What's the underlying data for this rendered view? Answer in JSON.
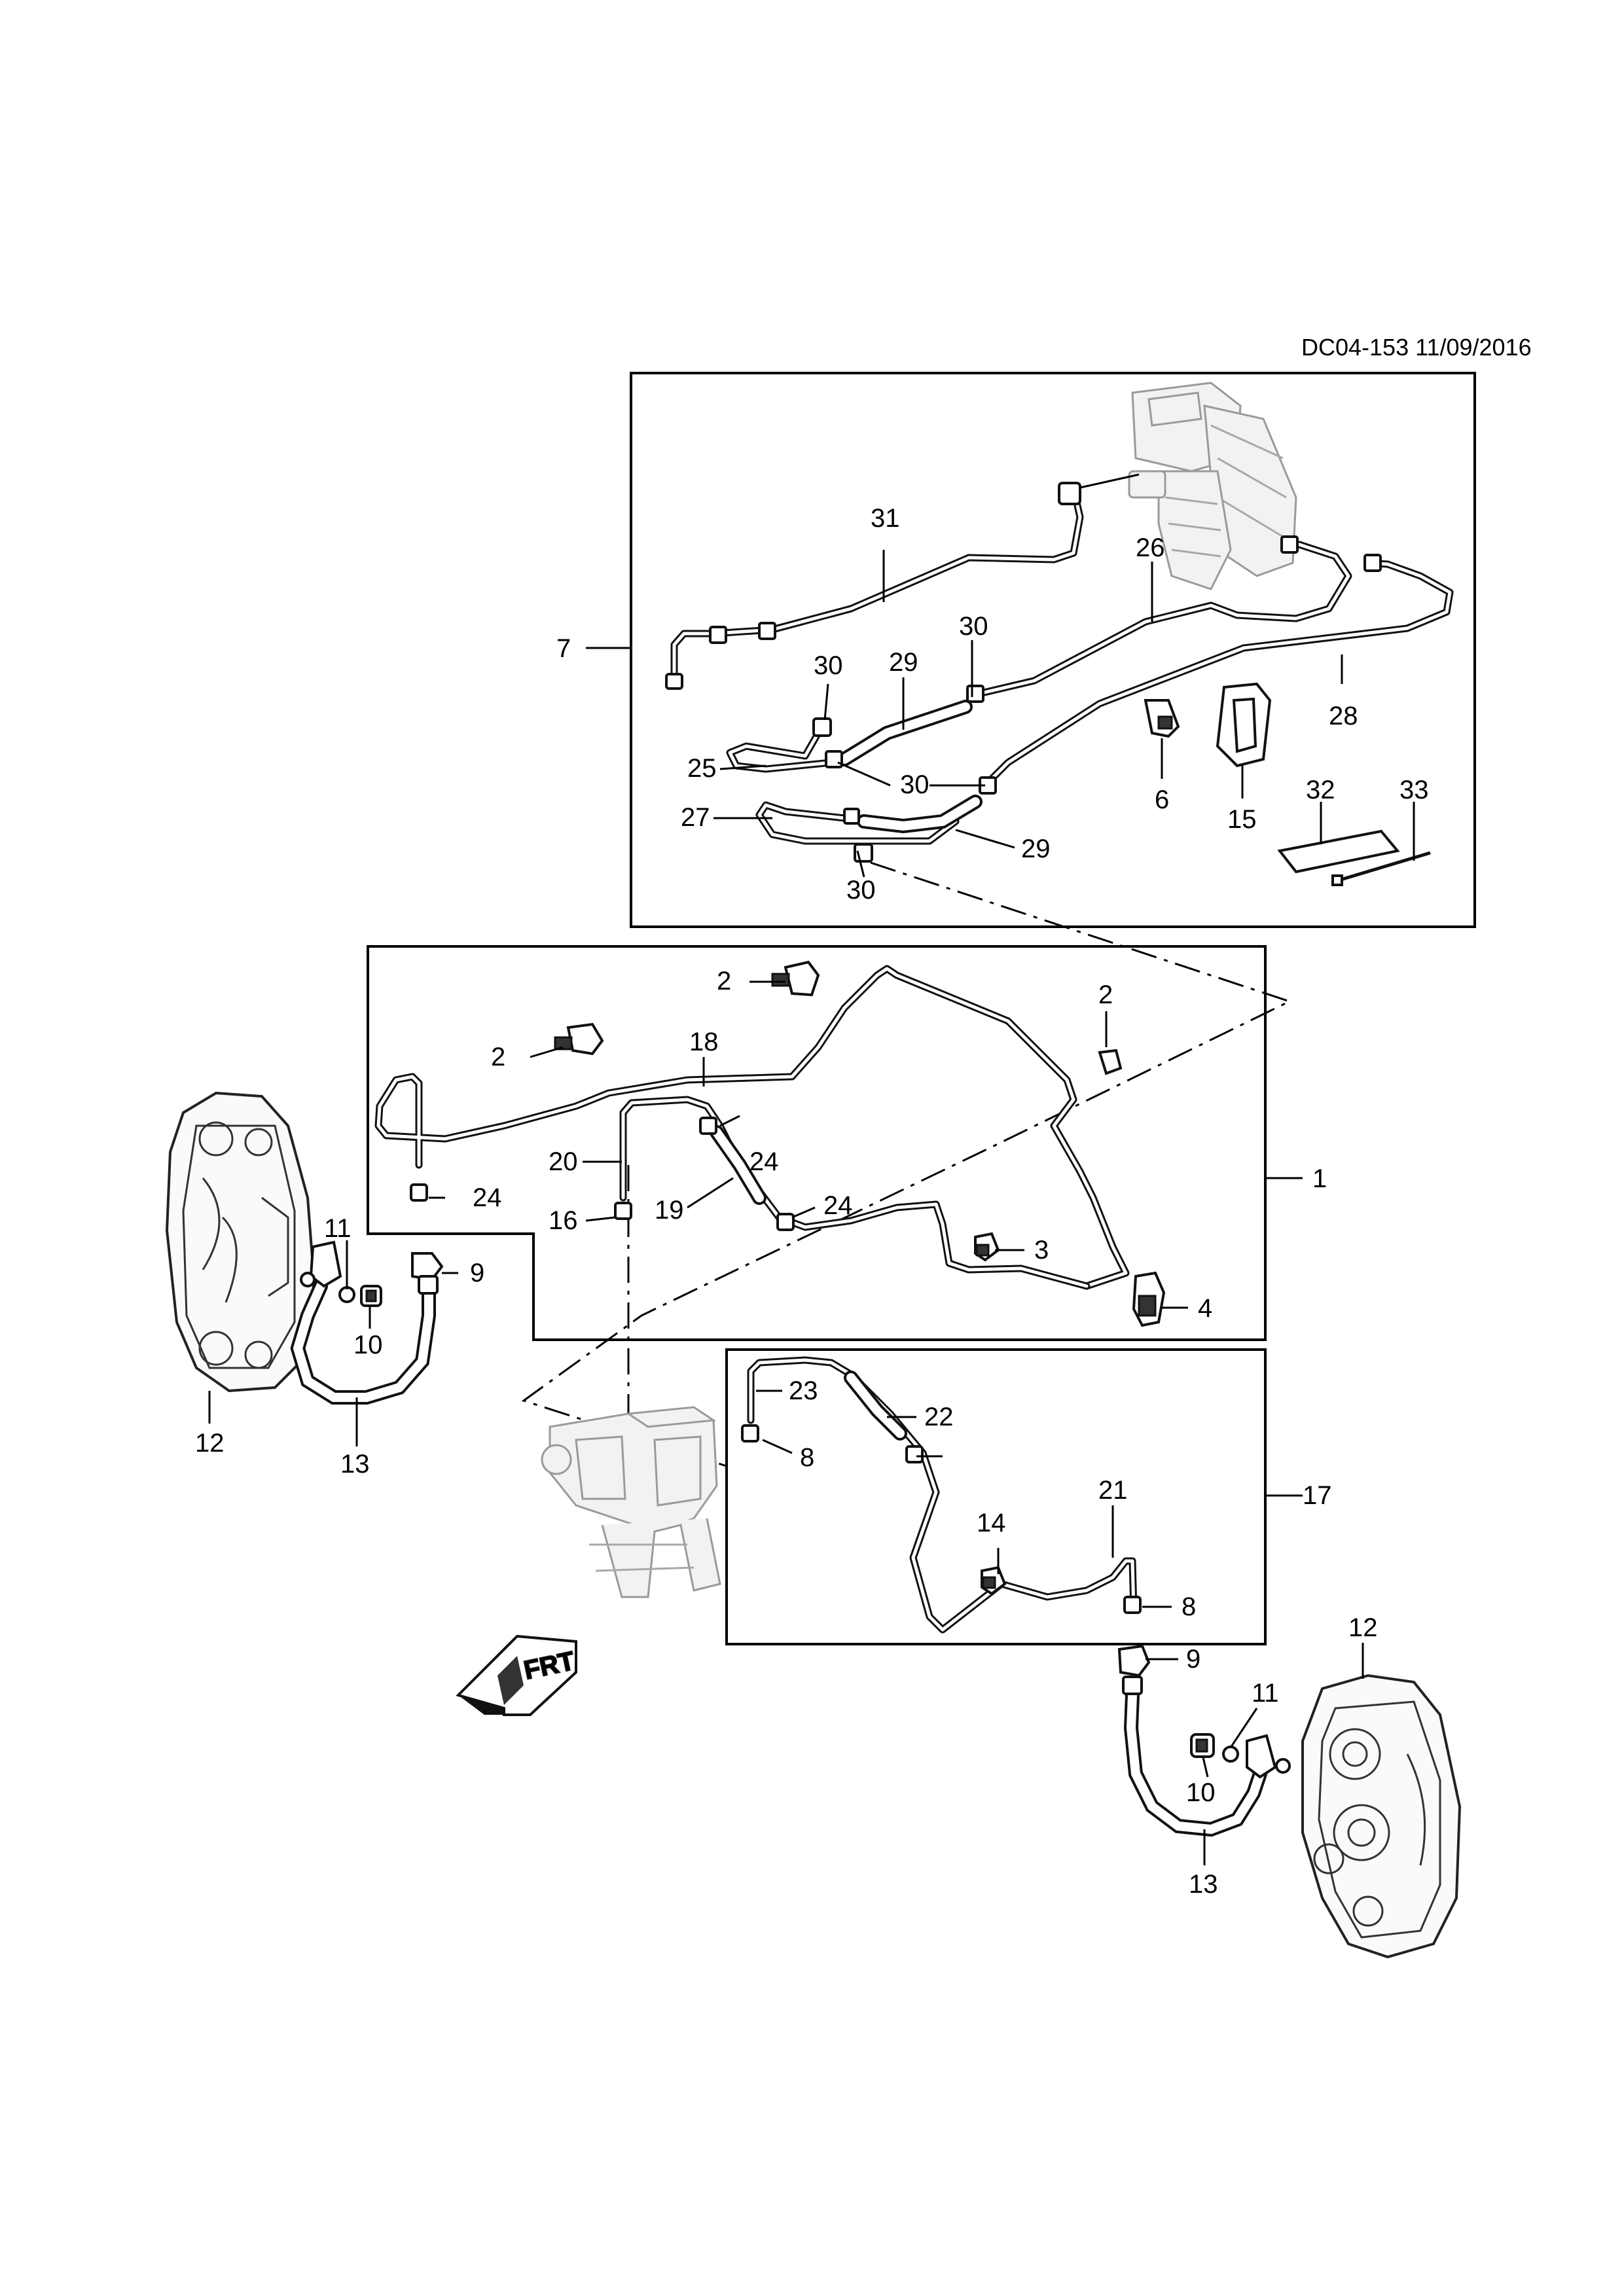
{
  "diagram_id": "DC04-153 11/09/2016",
  "direction_marker": "FRT",
  "callouts": {
    "c1": "1",
    "c2a": "2",
    "c2b": "2",
    "c2c": "2",
    "c3": "3",
    "c4": "4",
    "c6": "6",
    "c7": "7",
    "c8a": "8",
    "c8b": "8",
    "c9a": "9",
    "c9b": "9",
    "c10a": "10",
    "c10b": "10",
    "c11a": "11",
    "c11b": "11",
    "c12a": "12",
    "c12b": "12",
    "c13a": "13",
    "c13b": "13",
    "c14": "14",
    "c15": "15",
    "c16": "16",
    "c17": "17",
    "c18": "18",
    "c19": "19",
    "c20": "20",
    "c21": "21",
    "c22": "22",
    "c23": "23",
    "c24a": "24",
    "c24b": "24",
    "c24c": "24",
    "c25": "25",
    "c26": "26",
    "c27": "27",
    "c28": "28",
    "c29a": "29",
    "c29b": "29",
    "c30a": "30",
    "c30b": "30",
    "c30c": "30",
    "c30d": "30",
    "c31": "31",
    "c32": "32",
    "c33": "33"
  }
}
